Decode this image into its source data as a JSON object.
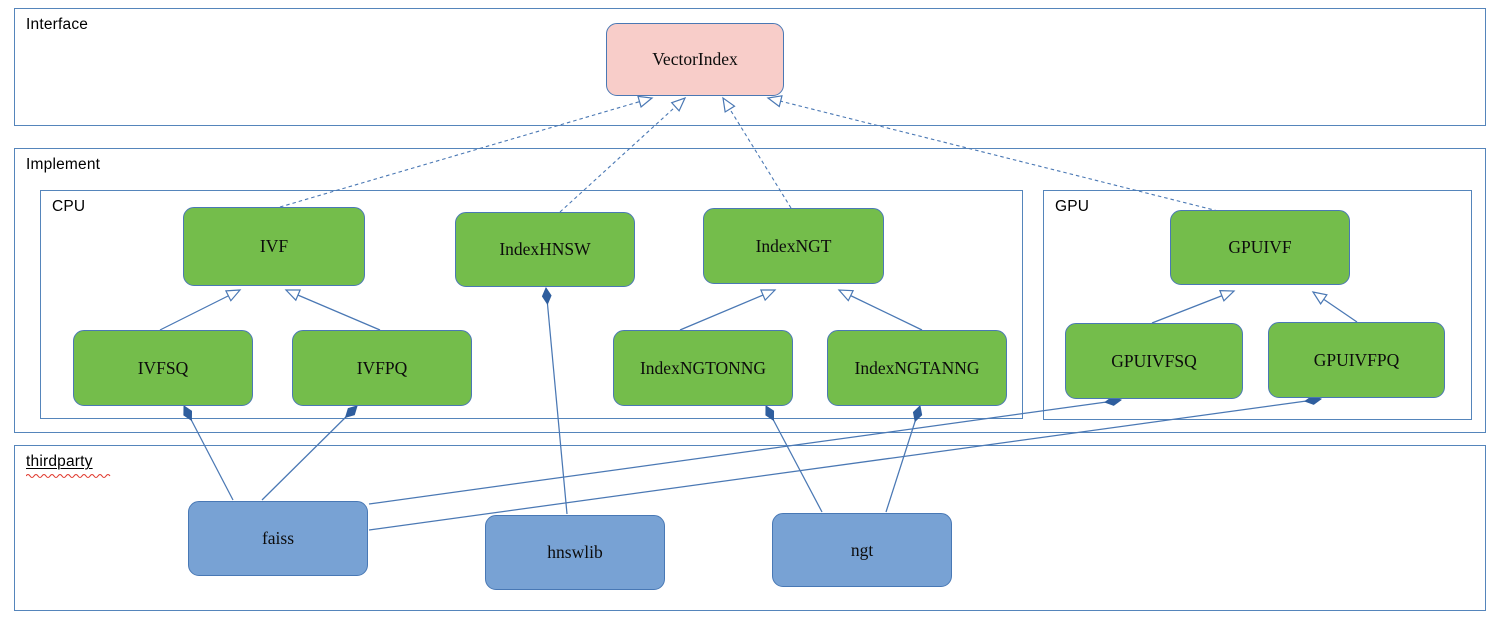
{
  "diagram": {
    "sections": {
      "interface": {
        "label": "Interface"
      },
      "implement": {
        "label": "Implement"
      },
      "cpu": {
        "label": "CPU"
      },
      "gpu": {
        "label": "GPU"
      },
      "thirdparty": {
        "label": "thirdparty",
        "spellcheck_underline": true
      }
    },
    "nodes": {
      "vectorindex": {
        "label": "VectorIndex",
        "kind": "interface"
      },
      "ivf": {
        "label": "IVF",
        "kind": "implementation-cpu"
      },
      "indexhnsw": {
        "label": "IndexHNSW",
        "kind": "implementation-cpu"
      },
      "indexngt": {
        "label": "IndexNGT",
        "kind": "implementation-cpu"
      },
      "ivfsq": {
        "label": "IVFSQ",
        "kind": "implementation-cpu"
      },
      "ivfpq": {
        "label": "IVFPQ",
        "kind": "implementation-cpu"
      },
      "indexngtonng": {
        "label": "IndexNGTONNG",
        "kind": "implementation-cpu"
      },
      "indexngtanng": {
        "label": "IndexNGTANNG",
        "kind": "implementation-cpu"
      },
      "gpuivf": {
        "label": "GPUIVF",
        "kind": "implementation-gpu"
      },
      "gpuivfsq": {
        "label": "GPUIVFSQ",
        "kind": "implementation-gpu"
      },
      "gpuivfpq": {
        "label": "GPUIVFPQ",
        "kind": "implementation-gpu"
      },
      "faiss": {
        "label": "faiss",
        "kind": "thirdparty-library"
      },
      "hnswlib": {
        "label": "hnswlib",
        "kind": "thirdparty-library"
      },
      "ngt": {
        "label": "ngt",
        "kind": "thirdparty-library"
      }
    },
    "relations": [
      {
        "from": "IVF",
        "to": "VectorIndex",
        "type": "realization-dashed-hollow-arrow"
      },
      {
        "from": "IndexHNSW",
        "to": "VectorIndex",
        "type": "realization-dashed-hollow-arrow"
      },
      {
        "from": "IndexNGT",
        "to": "VectorIndex",
        "type": "realization-dashed-hollow-arrow"
      },
      {
        "from": "GPUIVF",
        "to": "VectorIndex",
        "type": "realization-dashed-hollow-arrow"
      },
      {
        "from": "IVFSQ",
        "to": "IVF",
        "type": "generalization-hollow-arrow"
      },
      {
        "from": "IVFPQ",
        "to": "IVF",
        "type": "generalization-hollow-arrow"
      },
      {
        "from": "IndexNGTONNG",
        "to": "IndexNGT",
        "type": "generalization-hollow-arrow"
      },
      {
        "from": "IndexNGTANNG",
        "to": "IndexNGT",
        "type": "generalization-hollow-arrow"
      },
      {
        "from": "GPUIVFSQ",
        "to": "GPUIVF",
        "type": "generalization-hollow-arrow"
      },
      {
        "from": "GPUIVFPQ",
        "to": "GPUIVF",
        "type": "generalization-hollow-arrow"
      },
      {
        "from": "faiss",
        "to": "IVFSQ",
        "type": "composition-filled-diamond"
      },
      {
        "from": "faiss",
        "to": "IVFPQ",
        "type": "composition-filled-diamond"
      },
      {
        "from": "faiss",
        "to": "GPUIVFSQ",
        "type": "composition-filled-diamond"
      },
      {
        "from": "faiss",
        "to": "GPUIVFPQ",
        "type": "composition-filled-diamond"
      },
      {
        "from": "hnswlib",
        "to": "IndexHNSW",
        "type": "composition-filled-diamond"
      },
      {
        "from": "ngt",
        "to": "IndexNGTONNG",
        "type": "composition-filled-diamond"
      },
      {
        "from": "ngt",
        "to": "IndexNGTANNG",
        "type": "composition-filled-diamond"
      }
    ],
    "colors": {
      "interface_node_fill": "#f8cdc9",
      "implementation_node_fill": "#74bd4b",
      "library_node_fill": "#78a2d4",
      "node_border": "#4a78b4",
      "section_border": "#5585bb",
      "connector_line": "#4a78b4",
      "composition_diamond_fill": "#2f5e9e",
      "spellcheck_squiggle": "#e03a2f",
      "text": "#000000",
      "background": "#ffffff"
    }
  }
}
